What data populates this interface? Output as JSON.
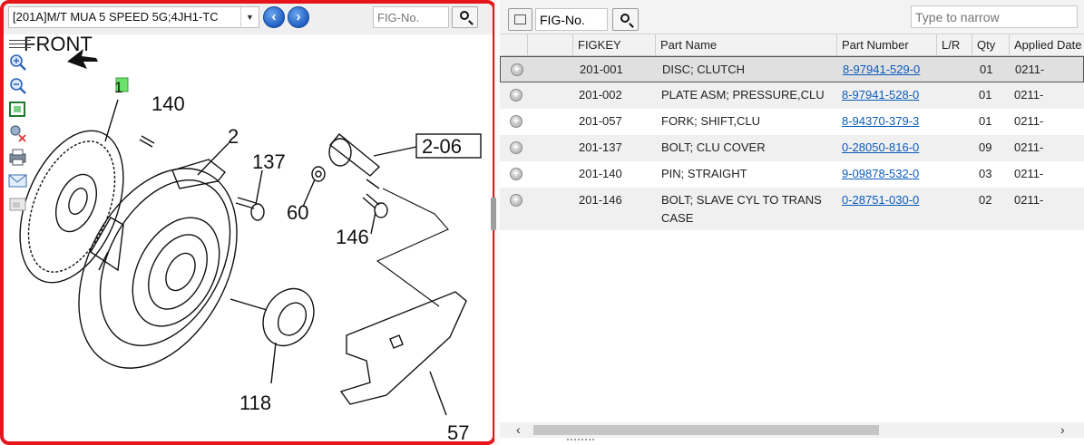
{
  "left": {
    "figure_select": "[201A]M/T MUA 5 SPEED 5G;4JH1-TC",
    "fig_input_placeholder": "FIG-No."
  },
  "drawing": {
    "labels": {
      "front": "FRONT",
      "l1": "1",
      "l140": "140",
      "l2": "2",
      "l137": "137",
      "l206": "2-06",
      "l60": "60",
      "l146": "146",
      "l118": "118",
      "l57": "57"
    }
  },
  "right": {
    "fig_input_value": "FIG-No.",
    "narrow_placeholder": "Type to narrow",
    "columns": [
      "FIGKEY",
      "Part Name",
      "Part Number",
      "L/R",
      "Qty",
      "Applied Date"
    ],
    "rows": [
      {
        "figkey": "201-001",
        "name": "DISC; CLUTCH",
        "number": "8-97941-529-0",
        "lr": "",
        "qty": "01",
        "date": "0211-"
      },
      {
        "figkey": "201-002",
        "name": "PLATE ASM; PRESSURE,CLU",
        "number": "8-97941-528-0",
        "lr": "",
        "qty": "01",
        "date": "0211-"
      },
      {
        "figkey": "201-057",
        "name": "FORK; SHIFT,CLU",
        "number": "8-94370-379-3",
        "lr": "",
        "qty": "01",
        "date": "0211-"
      },
      {
        "figkey": "201-137",
        "name": "BOLT; CLU COVER",
        "number": "0-28050-816-0",
        "lr": "",
        "qty": "09",
        "date": "0211-"
      },
      {
        "figkey": "201-140",
        "name": "PIN; STRAIGHT",
        "number": "9-09878-532-0",
        "lr": "",
        "qty": "03",
        "date": "0211-"
      },
      {
        "figkey": "201-146",
        "name": "BOLT; SLAVE CYL TO TRANS CASE",
        "number": "0-28751-030-0",
        "lr": "",
        "qty": "02",
        "date": "0211-"
      }
    ]
  },
  "colors": {
    "highlight_border": "#e8141b",
    "link": "#0a5bbd",
    "nav_button": "#1f5fc2"
  },
  "icons": [
    "chevron-left-icon",
    "chevron-right-icon",
    "search-icon",
    "zoom-in-icon",
    "zoom-out-icon",
    "fit-icon",
    "clear-search-icon",
    "print-icon",
    "mail-icon",
    "image-icon",
    "expand-icon",
    "menu-icon"
  ]
}
